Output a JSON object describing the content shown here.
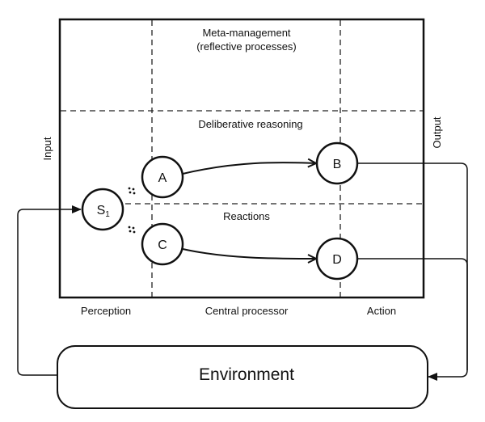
{
  "diagram": {
    "regions": {
      "meta_management_line1": "Meta-management",
      "meta_management_line2": "(reflective processes)",
      "deliberative": "Deliberative reasoning",
      "reactions": "Reactions"
    },
    "columns": {
      "perception": "Perception",
      "central": "Central processor",
      "action": "Action"
    },
    "side_labels": {
      "input": "Input",
      "output": "Output"
    },
    "nodes": {
      "s1_main": "S",
      "s1_sub": "1",
      "a": "A",
      "b": "B",
      "c": "C",
      "d": "D"
    },
    "environment": "Environment",
    "colors": {
      "stroke": "#111111",
      "background": "#ffffff"
    }
  }
}
